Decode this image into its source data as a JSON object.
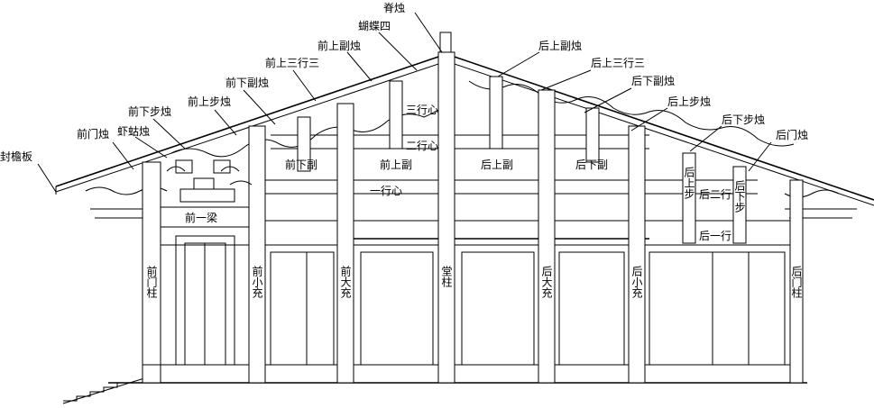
{
  "labels": {
    "ji_zhu": "脊烛",
    "hu_die_si": "蝴蝶四",
    "qian_shang_fu_zhu": "前上副烛",
    "hou_shang_fu_zhu": "后上副烛",
    "qian_shang_san_xing_san": "前上三行三",
    "hou_shang_san_xing_san": "后上三行三",
    "qian_xia_fu_zhu": "前下副烛",
    "hou_xia_fu_zhu": "后下副烛",
    "qian_shang_bu_zhu": "前上步烛",
    "hou_shang_bu_zhu": "后上步烛",
    "qian_xia_bu_zhu": "前下步烛",
    "hou_xia_bu_zhu": "后下步烛",
    "qian_men_zhu": "前门烛",
    "hou_men_zhu": "后门烛",
    "xia_gu_zhu": "虾蛄烛",
    "feng_yan_ban": "封檐板",
    "san_xing_xin": "三行心",
    "er_xing_xin": "二行心",
    "yi_xing_xin": "一行心",
    "qian_xia_fu": "前下副",
    "qian_shang_fu": "前上副",
    "hou_shang_fu": "后上副",
    "hou_xia_fu": "后下副",
    "qian_yi_liang": "前一梁",
    "hou_er_xing": "后二行",
    "hou_yi_xing": "后一行",
    "hou_shang_bu": "后上步",
    "hou_xia_bu": "后下步",
    "qian_men_zhu_col": "前门柱",
    "qian_xiao_chong": "前小充",
    "qian_da_chong": "前大充",
    "tang_zhu": "堂柱",
    "hou_da_chong": "后大充",
    "hou_xiao_chong": "后小充",
    "hou_men_zhu_col": "后门柱"
  }
}
